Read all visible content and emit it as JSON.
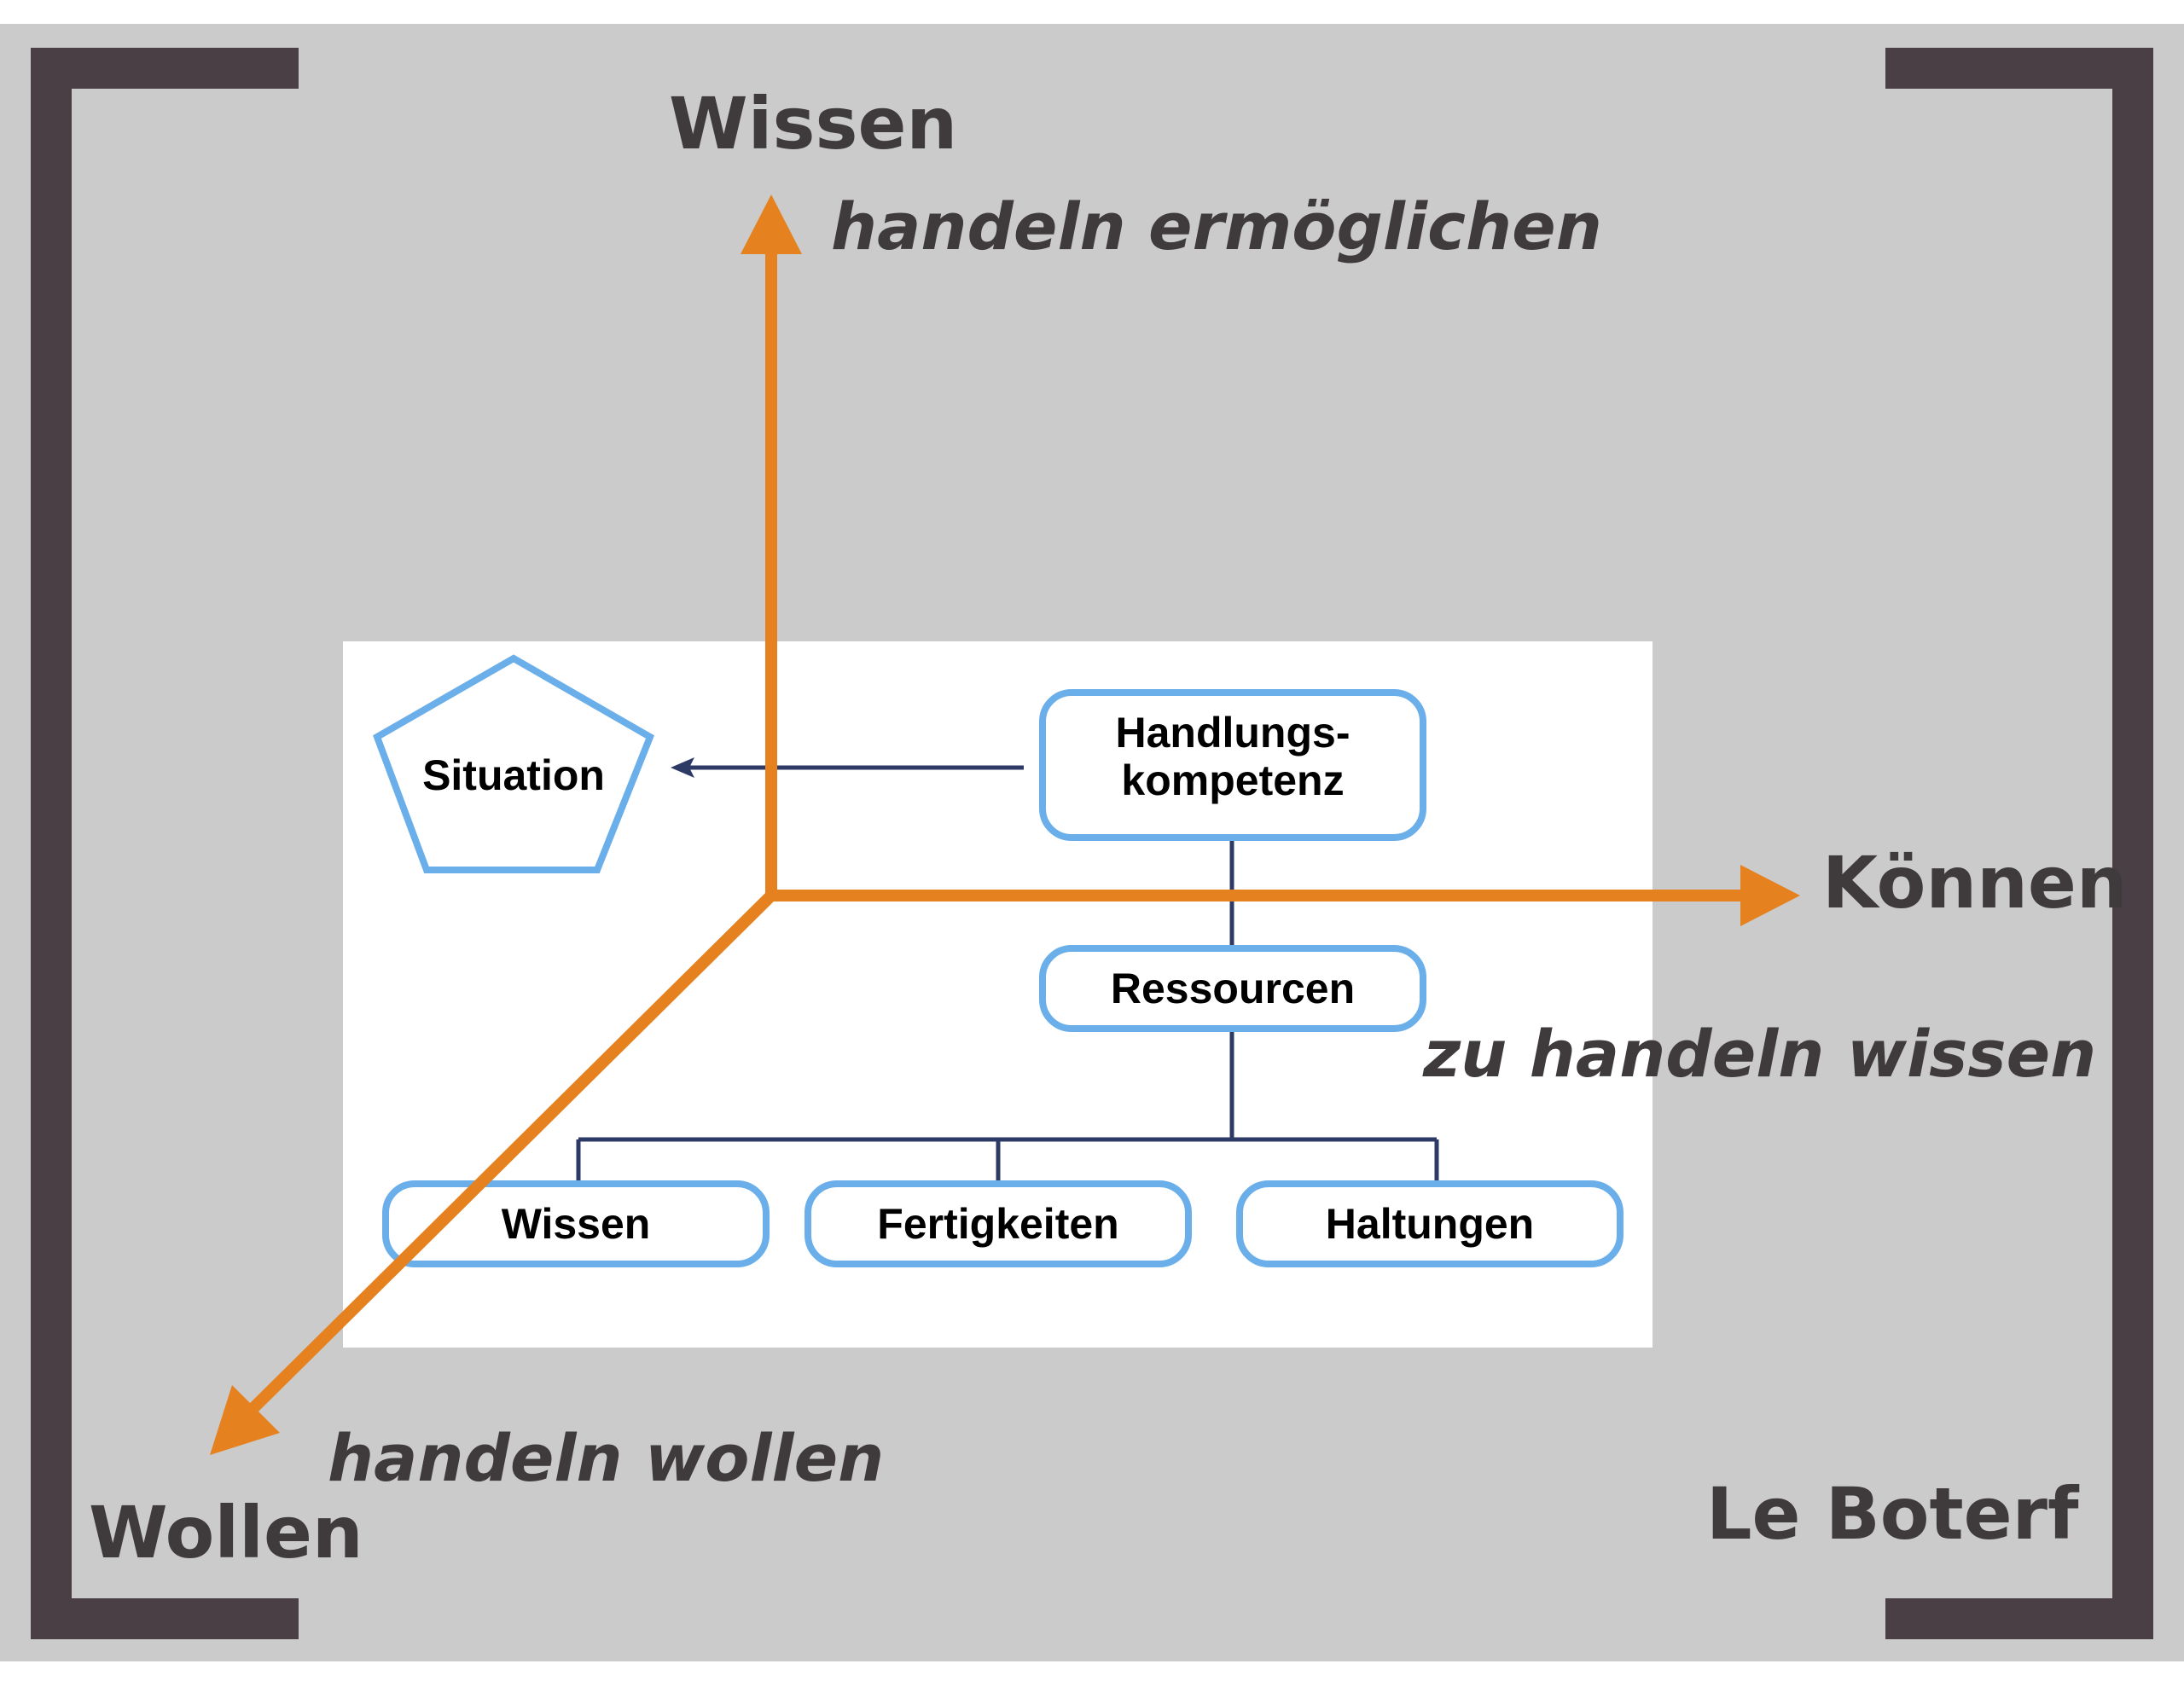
{
  "diagram": {
    "background_color": "#cbcbcb",
    "accent_color": "#e6811f",
    "box_border_color": "#6aaeea",
    "connector_color": "#2d3a66",
    "bracket_color": "#4a3f44",
    "axes": {
      "top": {
        "title": "Wissen",
        "subtitle": "handeln ermöglichen"
      },
      "right": {
        "title": "Können",
        "subtitle": "zu handeln wissen"
      },
      "bottom_left": {
        "title": "Wollen",
        "subtitle": "handeln wollen"
      }
    },
    "brand": "Le Boterf",
    "nodes": {
      "situation": "Situation",
      "competence_line1": "Handlungs-",
      "competence_line2": "kompetenz",
      "resources": "Ressourcen",
      "knowledge": "Wissen",
      "skills": "Fertigkeiten",
      "attitudes": "Haltungen"
    }
  }
}
